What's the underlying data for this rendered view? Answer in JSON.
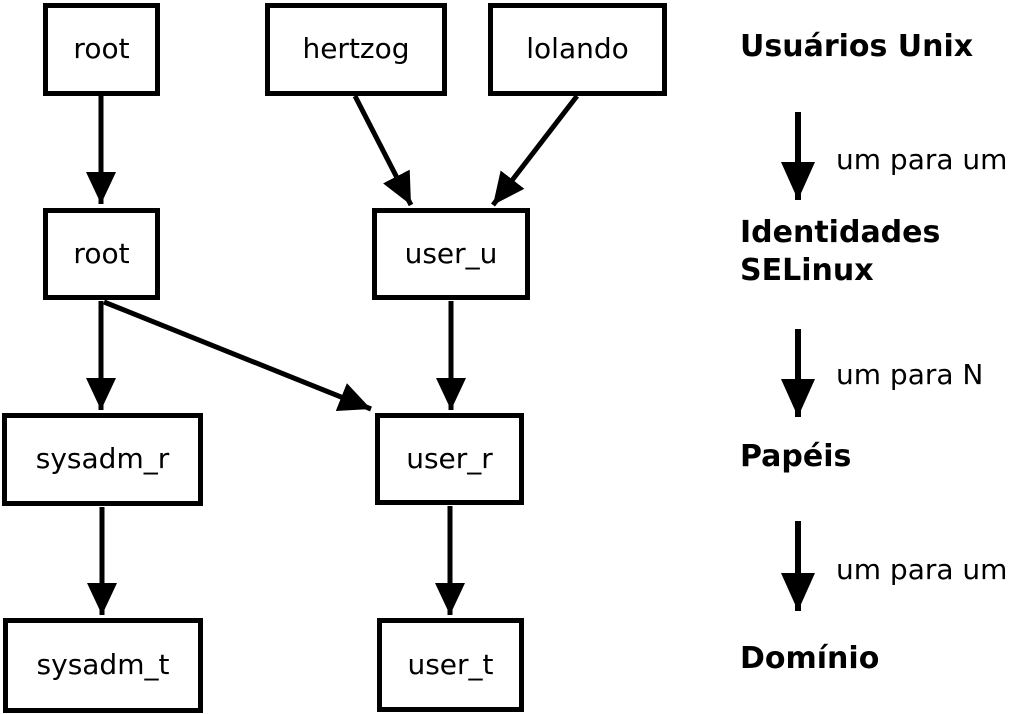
{
  "diagram": {
    "description": "Mapping between Unix users, SELinux identities, roles and domains",
    "nodes": {
      "root_unix": {
        "label": "root"
      },
      "hertzog": {
        "label": "hertzog"
      },
      "lolando": {
        "label": "lolando"
      },
      "root_selinux": {
        "label": "root"
      },
      "user_u": {
        "label": "user_u"
      },
      "sysadm_r": {
        "label": "sysadm_r"
      },
      "user_r": {
        "label": "user_r"
      },
      "sysadm_t": {
        "label": "sysadm_t"
      },
      "user_t": {
        "label": "user_t"
      }
    },
    "edges": [
      {
        "from": "root_unix",
        "to": "root_selinux"
      },
      {
        "from": "hertzog",
        "to": "user_u"
      },
      {
        "from": "lolando",
        "to": "user_u"
      },
      {
        "from": "root_selinux",
        "to": "sysadm_r"
      },
      {
        "from": "root_selinux",
        "to": "user_r"
      },
      {
        "from": "user_u",
        "to": "user_r"
      },
      {
        "from": "sysadm_r",
        "to": "sysadm_t"
      },
      {
        "from": "user_r",
        "to": "user_t"
      }
    ],
    "legend": {
      "level1": "Usuários Unix",
      "arrow1_label": "um para um",
      "level2_line1": "Identidades",
      "level2_line2": "SELinux",
      "arrow2_label": "um para N",
      "level3": "Papéis",
      "arrow3_label": "um para um",
      "level4": "Domínio"
    },
    "colors": {
      "foreground": "#000000",
      "background": "#ffffff"
    }
  }
}
